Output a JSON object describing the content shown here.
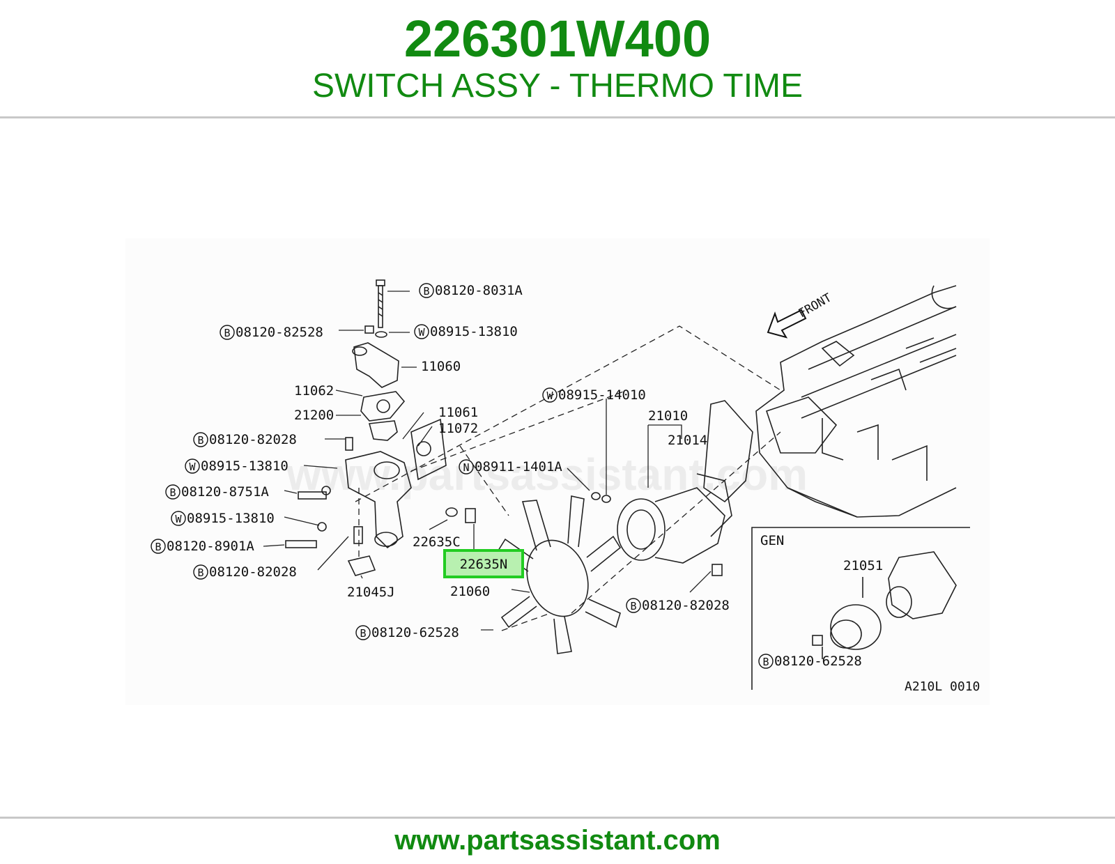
{
  "header": {
    "part_number": "226301W400",
    "part_name": "SWITCH ASSY - THERMO TIME"
  },
  "diagram": {
    "watermark": "www.partsassistant.com",
    "front_label": "FRONT",
    "figure_code": "A210L 0010",
    "highlighted_label": "22635N",
    "callouts": [
      {
        "prefix": "B",
        "text": "08120-8031A"
      },
      {
        "prefix": "B",
        "text": "08120-82528"
      },
      {
        "prefix": "W",
        "text": "08915-13810"
      },
      {
        "prefix": "",
        "text": "11060"
      },
      {
        "prefix": "",
        "text": "11062"
      },
      {
        "prefix": "",
        "text": "21200"
      },
      {
        "prefix": "",
        "text": "11061"
      },
      {
        "prefix": "",
        "text": "11072"
      },
      {
        "prefix": "B",
        "text": "08120-82028"
      },
      {
        "prefix": "W",
        "text": "08915-13810"
      },
      {
        "prefix": "B",
        "text": "08120-8751A"
      },
      {
        "prefix": "W",
        "text": "08915-13810"
      },
      {
        "prefix": "B",
        "text": "08120-8901A"
      },
      {
        "prefix": "B",
        "text": "08120-82028"
      },
      {
        "prefix": "",
        "text": "21045J"
      },
      {
        "prefix": "",
        "text": "22635C"
      },
      {
        "prefix": "",
        "text": "21060"
      },
      {
        "prefix": "B",
        "text": "08120-62528"
      },
      {
        "prefix": "W",
        "text": "08915-14010"
      },
      {
        "prefix": "",
        "text": "21010"
      },
      {
        "prefix": "",
        "text": "21014"
      },
      {
        "prefix": "N",
        "text": "08911-1401A"
      },
      {
        "prefix": "B",
        "text": "08120-82028"
      }
    ],
    "inset": {
      "title": "GEN",
      "callouts": [
        {
          "prefix": "",
          "text": "21051"
        },
        {
          "prefix": "B",
          "text": "08120-62528"
        }
      ]
    }
  },
  "footer": {
    "url": "www.partsassistant.com"
  },
  "colors": {
    "brand_green": "#118a11",
    "highlight_border": "#22cc22",
    "highlight_fill": "#b8f0b0",
    "rule_gray": "#c8c8c8"
  }
}
